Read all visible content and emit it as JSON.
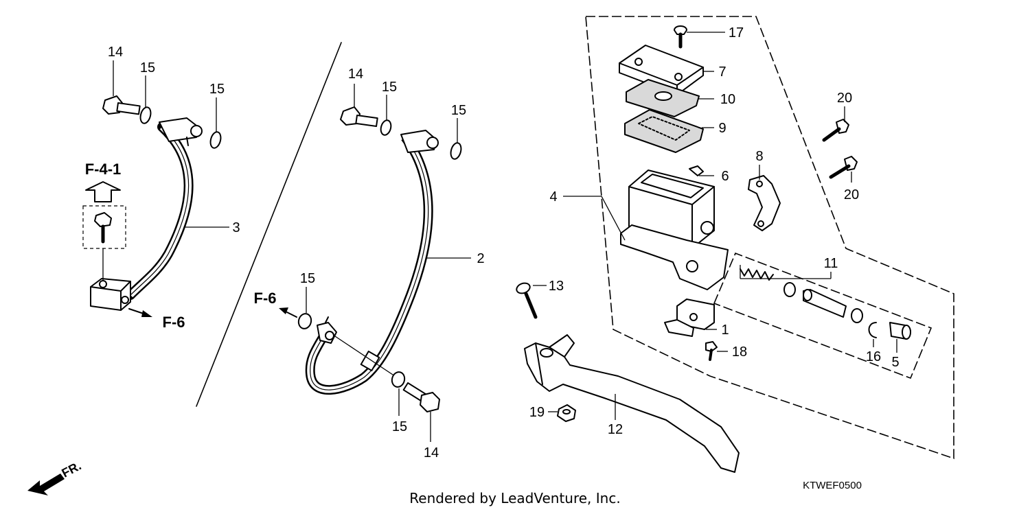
{
  "callouts": {
    "c14a": "14",
    "c15a": "15",
    "c15b": "15",
    "c3": "3",
    "c14b": "14",
    "c15c": "15",
    "c15d": "15",
    "c2": "2",
    "c15e": "15",
    "c15f": "15",
    "c14c": "14",
    "c17": "17",
    "c7": "7",
    "c10": "10",
    "c9": "9",
    "c6": "6",
    "c8": "8",
    "c4": "4",
    "c20a": "20",
    "c20b": "20",
    "c11": "11",
    "c13": "13",
    "c1": "1",
    "c18": "18",
    "c16": "16",
    "c5": "5",
    "c19": "19",
    "c12": "12"
  },
  "references": {
    "f41": "F-4-1",
    "f6_left": "F-6",
    "f6_mid": "F-6",
    "front": "FR."
  },
  "diagram_code": "KTWEF0500",
  "credit": "Rendered by LeadVenture, Inc."
}
